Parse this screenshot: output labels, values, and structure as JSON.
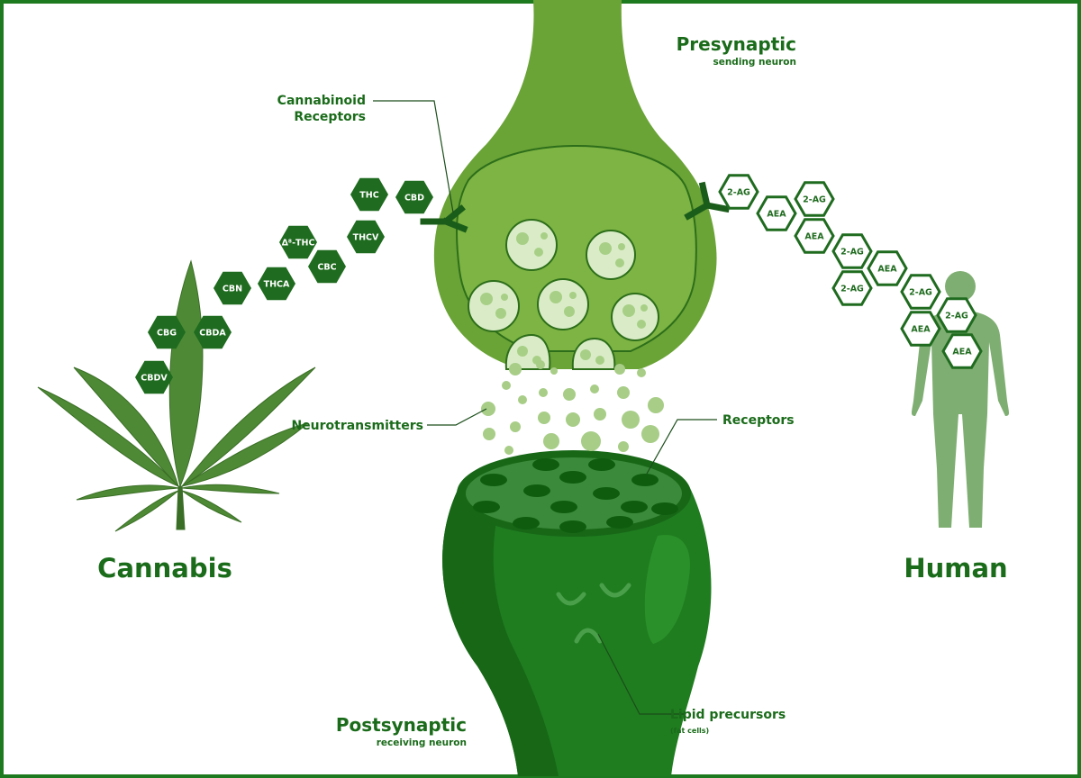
{
  "labels": {
    "presynaptic_title": "Presynaptic",
    "presynaptic_sub": "sending neuron",
    "postsynaptic_title": "Postsynaptic",
    "postsynaptic_sub": "receiving neuron",
    "cannabinoid_receptors_1": "Cannabinoid",
    "cannabinoid_receptors_2": "Receptors",
    "neurotransmitters": "Neurotransmitters",
    "receptors": "Receptors",
    "lipid_precursors": "Lipid precursors",
    "fat_cells": "(fat cells)",
    "cannabis": "Cannabis",
    "human": "Human"
  },
  "cannabis_hexes": [
    {
      "id": "thc",
      "label": "THC"
    },
    {
      "id": "cbd",
      "label": "CBD"
    },
    {
      "id": "delta8-thc",
      "label": "Δ⁸-THC"
    },
    {
      "id": "thcv",
      "label": "THCV"
    },
    {
      "id": "cbc",
      "label": "CBC"
    },
    {
      "id": "cbn",
      "label": "CBN"
    },
    {
      "id": "thca",
      "label": "THCA"
    },
    {
      "id": "cbg",
      "label": "CBG"
    },
    {
      "id": "cbda",
      "label": "CBDA"
    },
    {
      "id": "cbdv",
      "label": "CBDV"
    }
  ],
  "human_hexes": [
    {
      "id": "2ag-1",
      "label": "2-AG"
    },
    {
      "id": "2ag-2",
      "label": "2-AG"
    },
    {
      "id": "aea-1",
      "label": "AEA"
    },
    {
      "id": "aea-2",
      "label": "AEA"
    },
    {
      "id": "2ag-3",
      "label": "2-AG"
    },
    {
      "id": "aea-3",
      "label": "AEA"
    },
    {
      "id": "2ag-4",
      "label": "2-AG"
    },
    {
      "id": "2ag-5",
      "label": "2-AG"
    },
    {
      "id": "2ag-6",
      "label": "2-AG"
    },
    {
      "id": "aea-4",
      "label": "AEA"
    },
    {
      "id": "aea-5",
      "label": "AEA"
    }
  ],
  "colors": {
    "frame": "#1e7a1e",
    "text_dark": "#1a6b1a",
    "presynaptic": "#6aa336",
    "presynaptic_light": "#7db443",
    "postsynaptic": "#1f7d1f",
    "postsynaptic_dark": "#176717",
    "human": "#7fae72",
    "leaf": "#4e8a35"
  }
}
